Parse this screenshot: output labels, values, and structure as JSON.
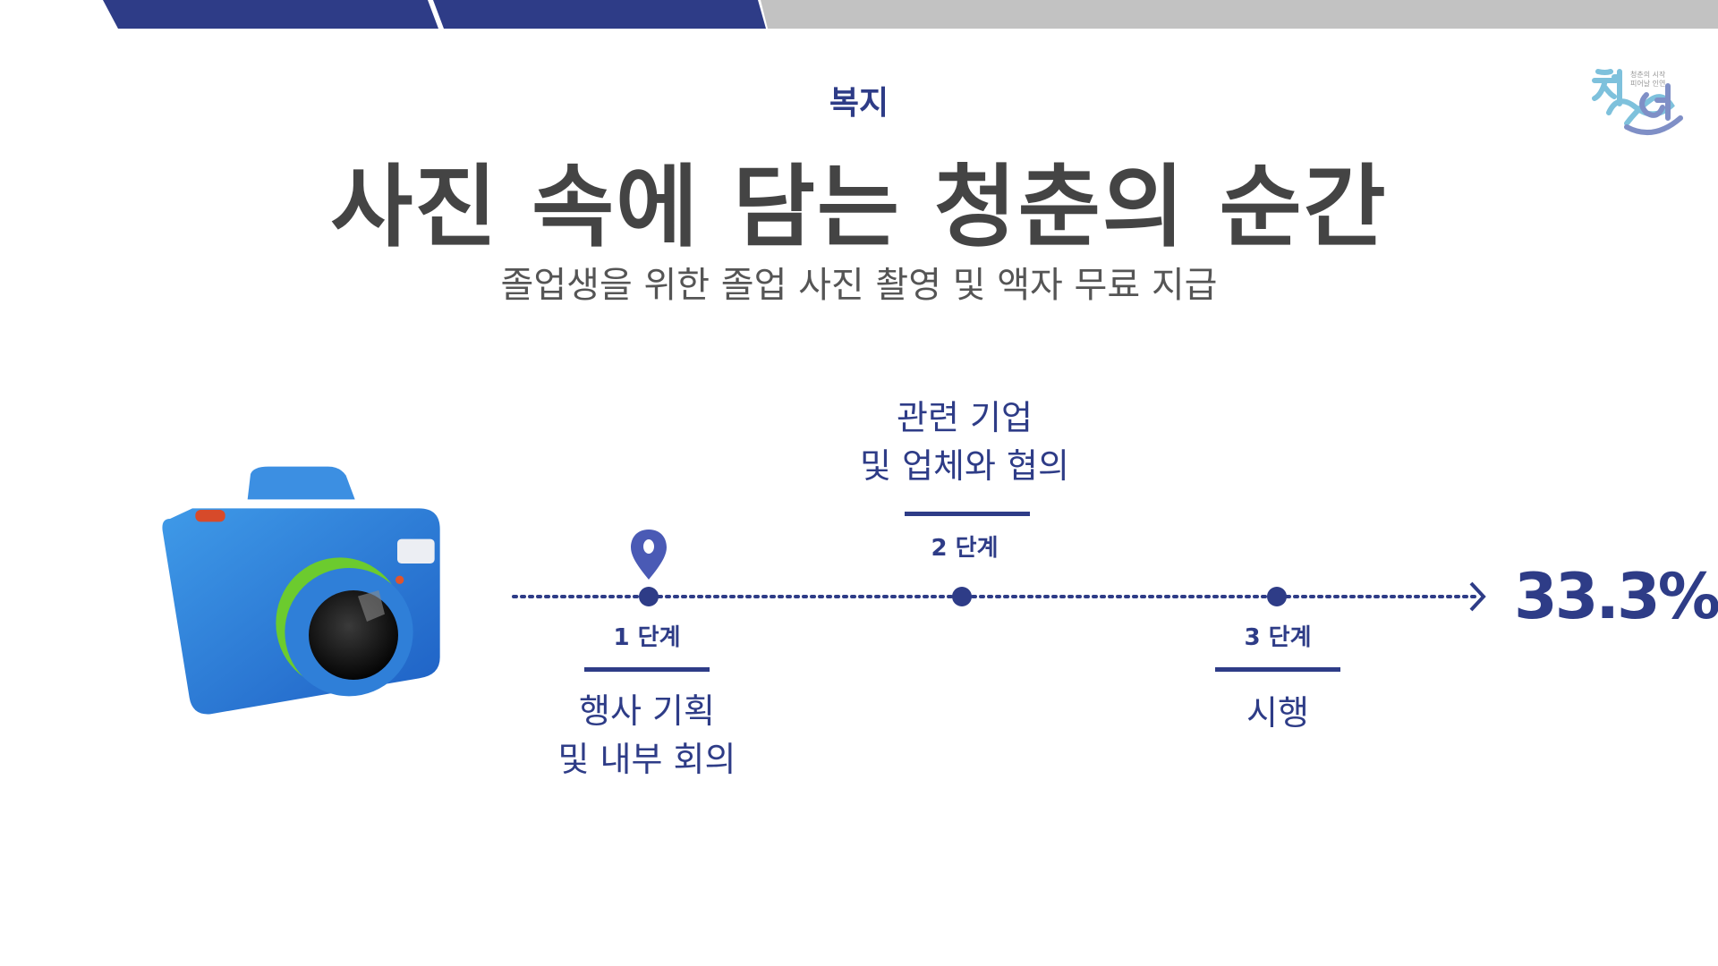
{
  "header": {
    "category": "복지",
    "title": "사진 속에 담는 청춘의 순간",
    "subtitle": "졸업생을 위한 졸업 사진 촬영 및 액자 무료 지급"
  },
  "logo": {
    "main": "청연",
    "tagline_1": "청춘의 시작",
    "tagline_2": "피어날 인연"
  },
  "timeline": {
    "stages": [
      {
        "label": "1 단계",
        "desc_1": "행사 기획",
        "desc_2": "및 내부 회의"
      },
      {
        "label": "2 단계",
        "desc_1": "관련 기업",
        "desc_2": "및 업체와 협의"
      },
      {
        "label": "3 단계",
        "desc_1": "시행",
        "desc_2": ""
      }
    ],
    "current_stage": 1,
    "progress_text": "33.3%"
  },
  "colors": {
    "navy": "#2e3c87",
    "pin": "#4a5ab5",
    "gray_bar": "#c2c2c2"
  }
}
